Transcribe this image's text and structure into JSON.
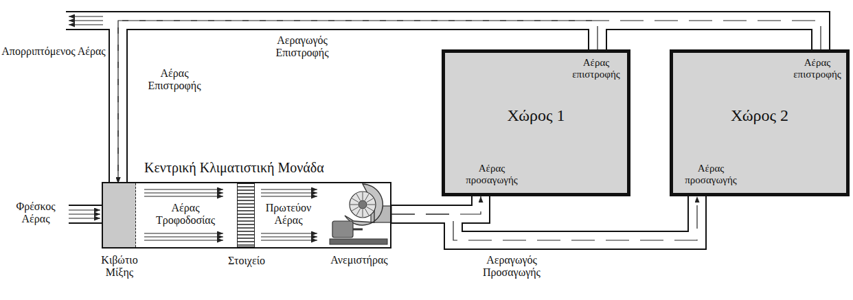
{
  "diagram": {
    "nodes": [
      {
        "text": [
          "Κεντρική Κλιματιστική Μονάδα"
        ]
      },
      {
        "text": [
          "Κιβώτιο Μίξης"
        ],
        "in": 0
      },
      {
        "text": [
          "Στοιχείο"
        ],
        "in": 0
      },
      {
        "text": [
          "Ανεμιστήρας"
        ],
        "in": 0
      },
      {
        "text": [
          "Χώρος 1",
          "Αέρας επιστροφής",
          "Αέρας προσαγωγής"
        ]
      },
      {
        "text": [
          "Χώρος 2",
          "Αέρας επιστροφής",
          "Αέρας προσαγωγής"
        ]
      }
    ],
    "edges": [
      {
        "from": 0,
        "to": 4,
        "arrow": "to"
      },
      {
        "from": 0,
        "to": 5,
        "arrow": "to"
      },
      {
        "from": 4,
        "to": 1,
        "arrow": "to"
      },
      {
        "from": 5,
        "to": 1,
        "arrow": "to"
      }
    ],
    "labels": [
      "Απορριπτόμενος Αέρας",
      "Αέρας Επιστροφής",
      "Αεραγωγός Επιστροφής",
      "Φρέσκος Αέρας",
      "Αέρας Τροφοδοσίας",
      "Πρωτεύον Αέρας",
      "Αεραγωγός Προσαγωγής"
    ]
  }
}
